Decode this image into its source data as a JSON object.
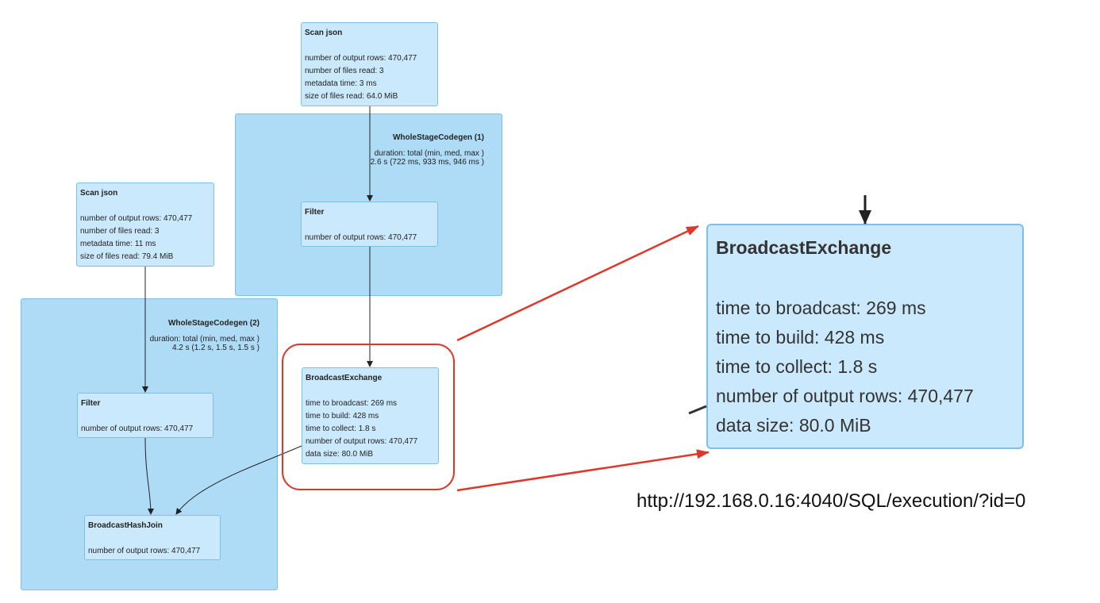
{
  "clusters": {
    "wsc1": {
      "title": "WholeStageCodegen (1)",
      "metric_line1": "duration: total (min, med, max )",
      "metric_line2": "2.6 s (722 ms, 933 ms, 946 ms )"
    },
    "wsc2": {
      "title": "WholeStageCodegen (2)",
      "metric_line1": "duration: total (min, med, max )",
      "metric_line2": "4.2 s (1.2 s, 1.5 s, 1.5 s )"
    }
  },
  "nodes": {
    "scan_json_1": {
      "title": "Scan json",
      "metrics": [
        "number of output rows: 470,477",
        "number of files read: 3",
        "metadata time: 3 ms",
        "size of files read: 64.0 MiB"
      ]
    },
    "filter_1": {
      "title": "Filter",
      "metrics": [
        "number of output rows: 470,477"
      ]
    },
    "scan_json_2": {
      "title": "Scan json",
      "metrics": [
        "number of output rows: 470,477",
        "number of files read: 3",
        "metadata time: 11 ms",
        "size of files read: 79.4 MiB"
      ]
    },
    "filter_2": {
      "title": "Filter",
      "metrics": [
        "number of output rows: 470,477"
      ]
    },
    "broadcast_exchange": {
      "title": "BroadcastExchange",
      "metrics": [
        "time to broadcast: 269 ms",
        "time to build: 428 ms",
        "time to collect: 1.8 s",
        "number of output rows: 470,477",
        "data size: 80.0 MiB"
      ]
    },
    "broadcast_hash_join": {
      "title": "BroadcastHashJoin",
      "metrics": [
        "number of output rows: 470,477"
      ]
    }
  },
  "zoom": {
    "title": "BroadcastExchange",
    "metrics": [
      "time to broadcast: 269 ms",
      "time to build: 428 ms",
      "time to collect: 1.8 s",
      "number of output rows: 470,477",
      "data size: 80.0 MiB"
    ]
  },
  "url": "http://192.168.0.16:4040/SQL/execution/?id=0",
  "colors": {
    "node_fill": "#cbe9fc",
    "cluster_fill": "#aedcf7",
    "border": "#7cc0ea",
    "highlight": "#e0372b",
    "edge": "#222222"
  }
}
